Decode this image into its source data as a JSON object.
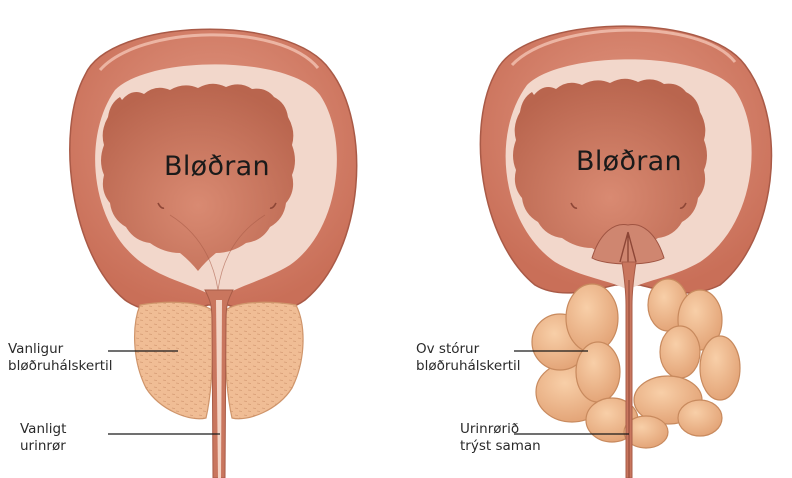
{
  "normal": {
    "bladder_label": "Bløðran",
    "prostate_label": [
      "Vanligur",
      "bløðruhálskertil"
    ],
    "urethra_label": [
      "Vanligt",
      "urinrør"
    ]
  },
  "enlarged": {
    "bladder_label": "Bløðran",
    "prostate_label": [
      "Ov stórur",
      "bløðruhálskertil"
    ],
    "urethra_label": [
      "Urinrørið",
      "trýst saman"
    ]
  },
  "colors": {
    "bladder_wall": "#d9826c",
    "bladder_wall_dark": "#b8614d",
    "bladder_lining": "#f1d3c6",
    "bladder_inner": "#c9755d",
    "prostate": "#f0b98e",
    "prostate_dark": "#dc9a6a",
    "urethra": "#c9765e"
  }
}
